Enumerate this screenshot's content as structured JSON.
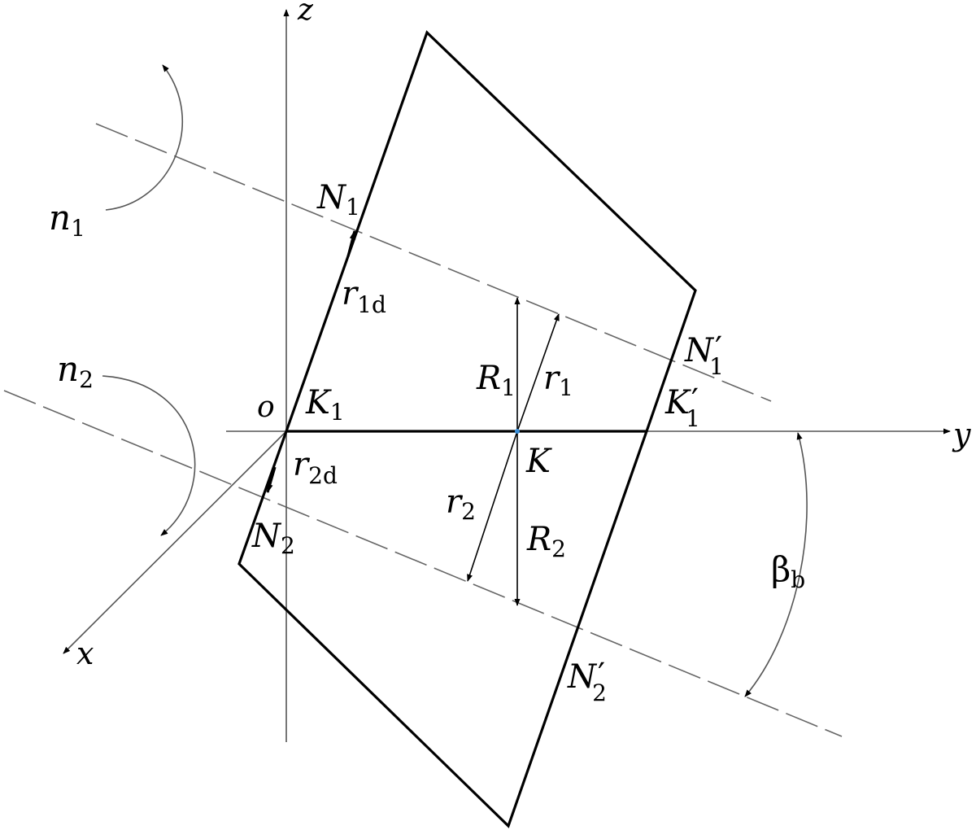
{
  "axes": {
    "y": "y",
    "z": "z",
    "x": "x",
    "origin": "o"
  },
  "labels": {
    "n1": {
      "base": "n",
      "sub": "1"
    },
    "n2": {
      "base": "n",
      "sub": "2"
    },
    "N1": {
      "base": "N",
      "sub": "1"
    },
    "N2": {
      "base": "N",
      "sub": "2"
    },
    "N1p": {
      "base": "N",
      "sub": "1",
      "prime": "′"
    },
    "N2p": {
      "base": "N",
      "sub": "2",
      "prime": "′"
    },
    "K": {
      "base": "K"
    },
    "K1": {
      "base": "K",
      "sub": "1"
    },
    "K1p": {
      "base": "K",
      "sub": "1",
      "prime": "′"
    },
    "r1d": {
      "base": "r",
      "sub": "1d"
    },
    "r2d": {
      "base": "r",
      "sub": "2d"
    },
    "r1": {
      "base": "r",
      "sub": "1"
    },
    "r2": {
      "base": "r",
      "sub": "2"
    },
    "R1": {
      "base": "R",
      "sub": "1"
    },
    "R2": {
      "base": "R",
      "sub": "2"
    },
    "beta": {
      "base": "β",
      "sub": "b"
    }
  },
  "colors": {
    "stroke": "#000000",
    "thin": "#555555",
    "dash": "#666666",
    "point": "#3a8fd9"
  }
}
